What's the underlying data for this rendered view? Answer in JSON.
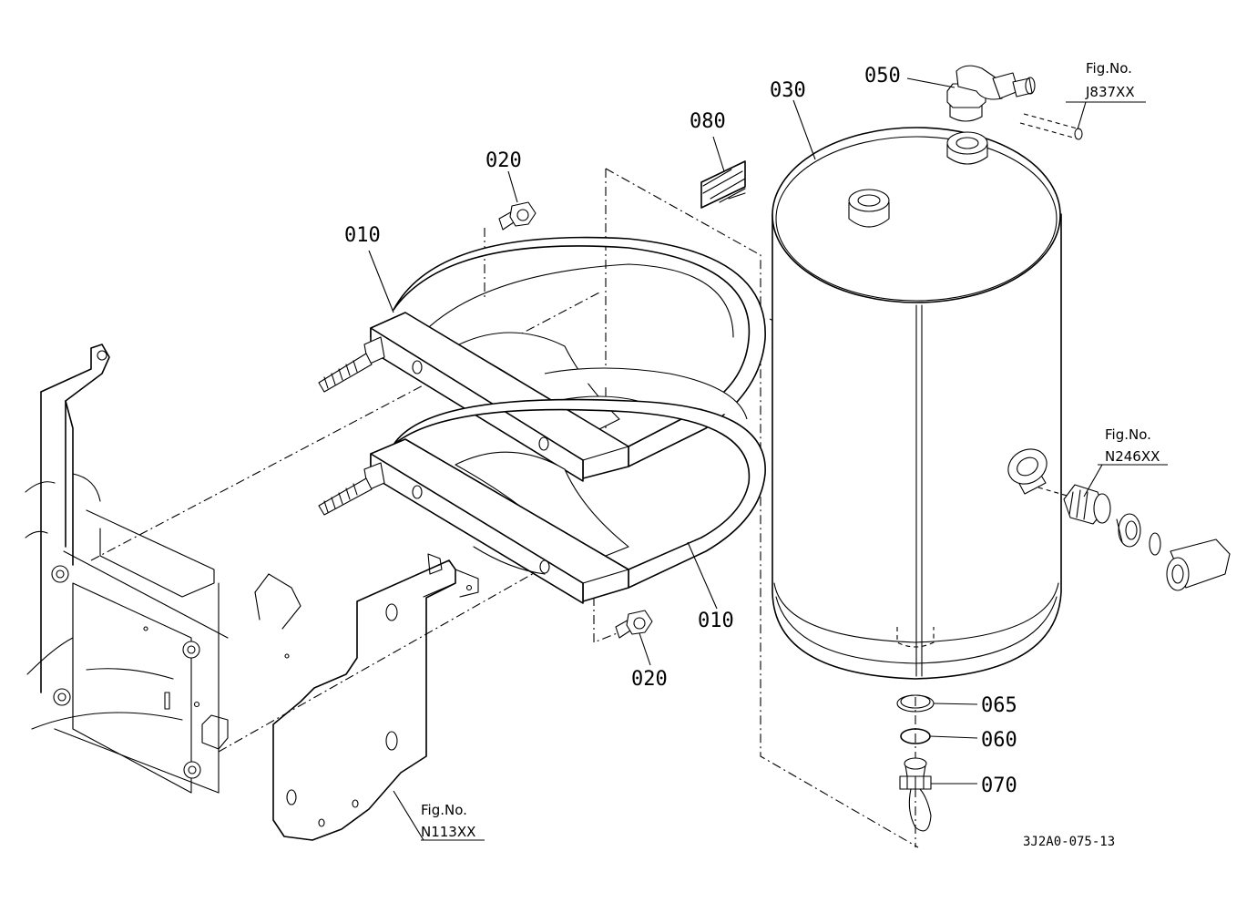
{
  "parts": {
    "p050": "050",
    "p030": "030",
    "p080": "080",
    "p020_top": "020",
    "p010_top": "010",
    "p010_bottom": "010",
    "p020_bottom": "020",
    "p065": "065",
    "p060": "060",
    "p070": "070"
  },
  "references": {
    "j837": {
      "label": "Fig.No.",
      "code": "J837XX"
    },
    "n246": {
      "label": "Fig.No.",
      "code": "N246XX"
    },
    "n113": {
      "label": "Fig.No.",
      "code": "N113XX"
    }
  },
  "drawing_code": "3J2A0-075-13"
}
